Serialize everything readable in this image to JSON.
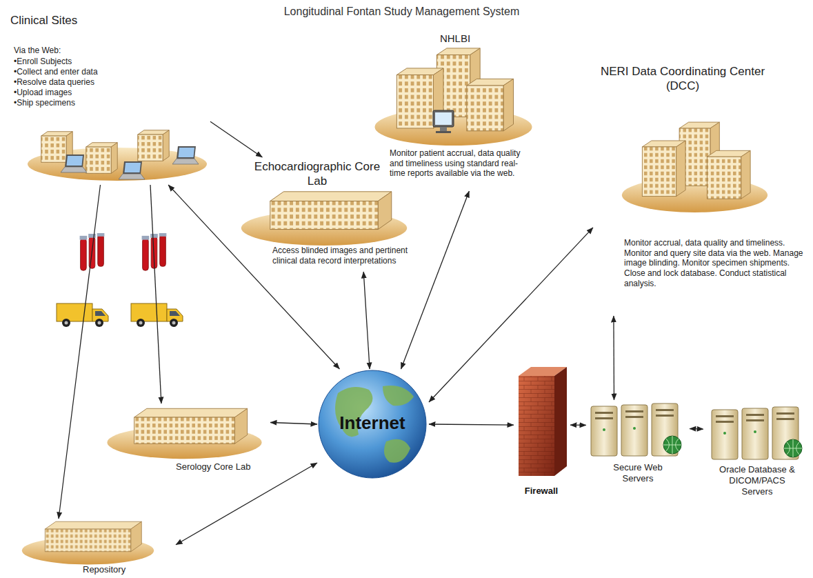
{
  "diagram": {
    "title": "Longitudinal Fontan Study Management System",
    "nodes": [
      {
        "text": [
          "Clinical Sites",
          "Via the Web:",
          "•Enroll Subjects",
          "•Collect and enter data",
          "•Resolve data queries",
          "•Upload images",
          "•Ship specimens"
        ]
      },
      {
        "text": [
          "NHLBI",
          "Monitor patient accrual, data quality and timeliness using standard real-time reports available via the web."
        ]
      },
      {
        "text": [
          "Echocardiographic Core Lab",
          "Access blinded images and pertinent clinical data record interpretations"
        ]
      },
      {
        "text": [
          "NERI Data Coordinating Center (DCC)",
          "Monitor accrual, data quality and timeliness. Monitor and query site data via the web. Manage image blinding. Monitor specimen shipments. Close and lock database. Conduct statistical analysis."
        ]
      },
      {
        "text": [
          "Serology Core Lab"
        ]
      },
      {
        "text": [
          "Repository"
        ]
      },
      {
        "text": [
          "Internet"
        ]
      },
      {
        "text": [
          "Firewall"
        ]
      },
      {
        "text": [
          "Secure Web Servers"
        ]
      },
      {
        "text": [
          "Oracle Database & DICOM/PACS Servers"
        ]
      }
    ],
    "edges": [
      {
        "from": 0,
        "to": 6,
        "arrow": "both"
      },
      {
        "from": 0,
        "to": 2,
        "arrow": "to"
      },
      {
        "from": 0,
        "to": 4,
        "arrow": "to"
      },
      {
        "from": 0,
        "to": 5,
        "arrow": "to"
      },
      {
        "from": 2,
        "to": 6,
        "arrow": "both"
      },
      {
        "from": 1,
        "to": 6,
        "arrow": "both"
      },
      {
        "from": 3,
        "to": 6,
        "arrow": "both"
      },
      {
        "from": 4,
        "to": 6,
        "arrow": "both"
      },
      {
        "from": 5,
        "to": 6,
        "arrow": "both"
      },
      {
        "from": 6,
        "to": 7,
        "arrow": "both"
      },
      {
        "from": 7,
        "to": 8,
        "arrow": "both"
      },
      {
        "from": 3,
        "to": 8,
        "arrow": "both"
      },
      {
        "from": 8,
        "to": 9,
        "arrow": "both"
      }
    ]
  }
}
